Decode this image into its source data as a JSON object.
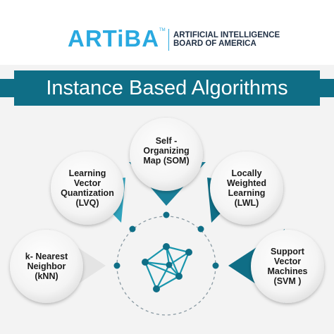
{
  "logo": {
    "wordmark": "ARTiBA",
    "trademark": "TM",
    "subtitle_line1": "ARTIFICIAL INTELLIGENCE",
    "subtitle_line2": "BOARD OF AMERICA"
  },
  "title": "Instance Based Algorithms",
  "nodes": [
    {
      "id": "som",
      "line1": "Self -",
      "line2": "Organizing",
      "line3": "Map (SOM)"
    },
    {
      "id": "lvq",
      "line1": "Learning",
      "line2": "Vector",
      "line3": "Quantization",
      "line4": "(LVQ)"
    },
    {
      "id": "lwl",
      "line1": "Locally",
      "line2": "Weighted",
      "line3": "Learning",
      "line4": "(LWL)"
    },
    {
      "id": "knn",
      "line1": "k- Nearest",
      "line2": "Neighbor",
      "line3": "(kNN)"
    },
    {
      "id": "svm",
      "line1": "Support",
      "line2": "Vector",
      "line3": "Machines",
      "line4": "(SVM )"
    }
  ],
  "colors": {
    "brand_blue": "#29a9e0",
    "teal_dark": "#0f6e86",
    "teal_mid": "#1a7f99",
    "teal_light": "#2fa3bd",
    "grey_pointer": "#e4e4e4",
    "band": "#f3f3f3"
  },
  "icons": {
    "center": "network-polyhedron-icon"
  }
}
